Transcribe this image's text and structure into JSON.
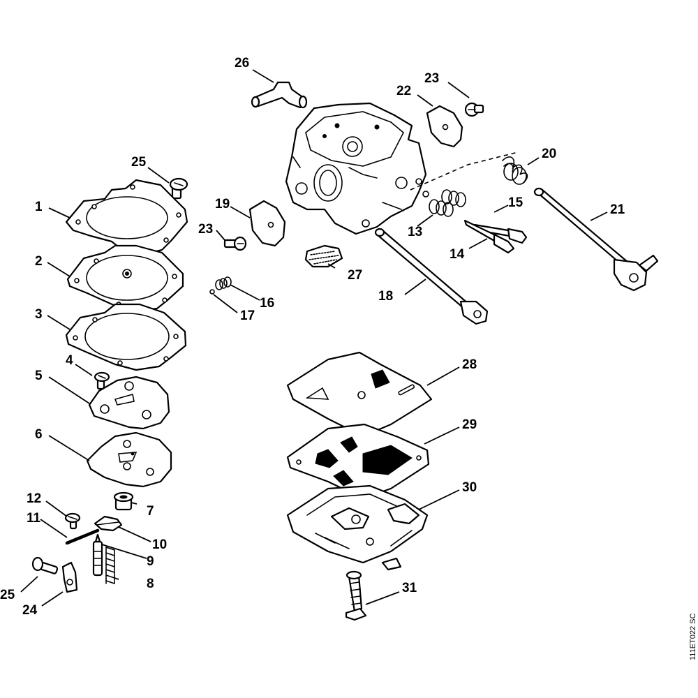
{
  "drawing_ref": "111ET022 SC",
  "callouts": [
    "1",
    "2",
    "3",
    "4",
    "5",
    "6",
    "7",
    "8",
    "9",
    "10",
    "11",
    "12",
    "13",
    "14",
    "15",
    "16",
    "17",
    "18",
    "19",
    "20",
    "21",
    "22",
    "23",
    "23",
    "24",
    "25",
    "25",
    "26",
    "27",
    "28",
    "29",
    "30",
    "31"
  ]
}
